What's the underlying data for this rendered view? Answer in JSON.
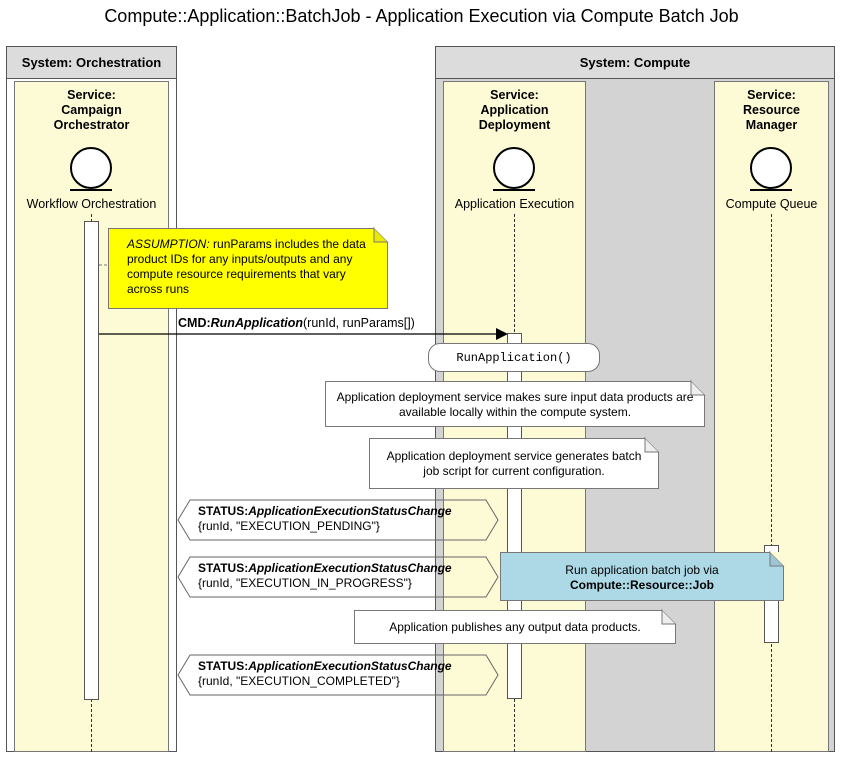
{
  "title": "Compute::Application::BatchJob - Application Execution via Compute Batch Job",
  "systems": {
    "orchestration": "System: Orchestration",
    "compute": "System: Compute"
  },
  "services": [
    {
      "label": "Service:\nCampaign\nOrchestrator",
      "component": "Workflow Orchestration"
    },
    {
      "label": "Service:\nApplication\nDeployment",
      "component": "Application Execution"
    },
    {
      "label": "Service:\nResource\nManager",
      "component": "Compute Queue"
    }
  ],
  "notes": {
    "assumption_prefix": "ASSUMPTION:",
    "assumption_text": " runParams includes the data product IDs for any inputs/outputs and any compute resource requirements that vary across runs",
    "input_data": "Application deployment service makes sure input data products are available locally within the compute system.",
    "batch_script": "Application deployment service generates batch job script for current configuration.",
    "run_job_line1": "Run application batch job via",
    "run_job_line2": "Compute::Resource::Job",
    "publish": "Application publishes any output data products."
  },
  "command": {
    "prefix": "CMD:",
    "name": "RunApplication",
    "args": "(runId, runParams[])"
  },
  "method_call": "RunApplication()",
  "statuses": [
    {
      "prefix": "STATUS:",
      "name": "ApplicationExecutionStatusChange",
      "args": "{runId, \"EXECUTION_PENDING\"}"
    },
    {
      "prefix": "STATUS:",
      "name": "ApplicationExecutionStatusChange",
      "args": "{runId, \"EXECUTION_IN_PROGRESS\"}"
    },
    {
      "prefix": "STATUS:",
      "name": "ApplicationExecutionStatusChange",
      "args": "{runId, \"EXECUTION_COMPLETED\"}"
    }
  ],
  "colors": {
    "assumption_note": "#ffff00",
    "service_bg": "#fdfbd6",
    "compute_system_bg": "#d3d3d3",
    "run_job_note": "#add8e6"
  },
  "icons": [
    "boundary-icon"
  ]
}
